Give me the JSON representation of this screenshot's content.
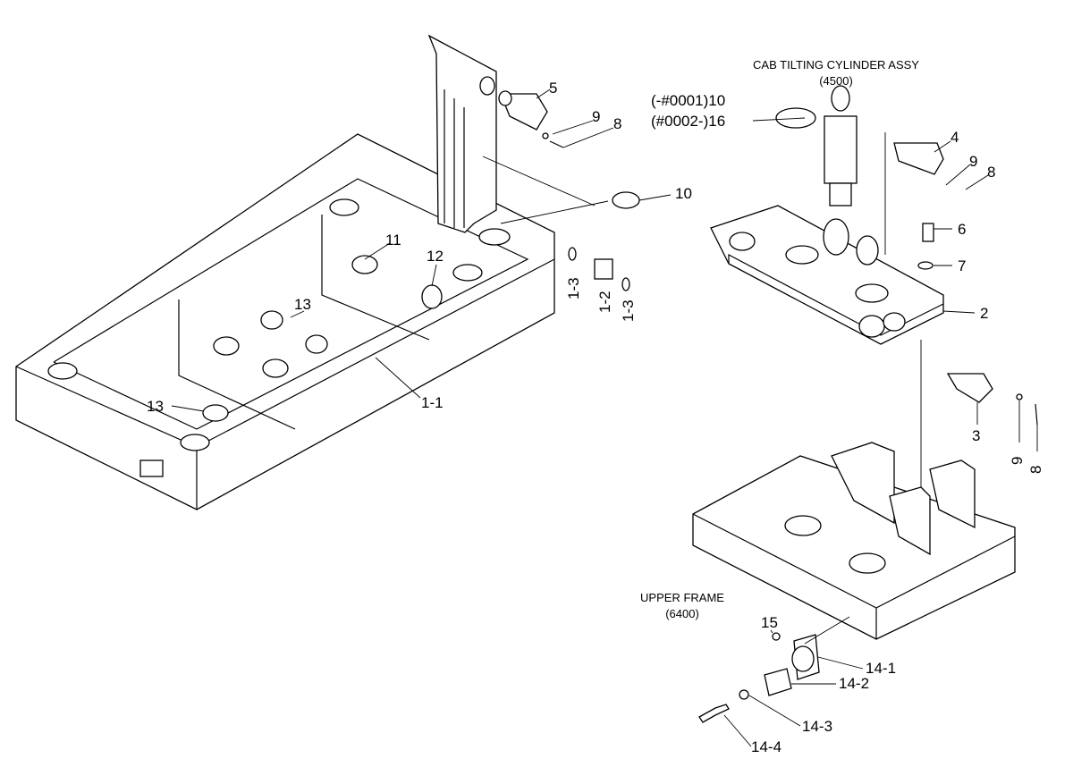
{
  "titles": {
    "cab_tilting": "CAB TILTING CYLINDER ASSY",
    "cab_tilting_code": "(4500)",
    "upper_frame": "UPPER FRAME",
    "upper_frame_code": "(6400)"
  },
  "callouts": {
    "c10a": "(-#0001)10",
    "c16": "(#0002-)16",
    "c5": "5",
    "c9a": "9",
    "c8a": "8",
    "c10": "10",
    "c11": "11",
    "c12": "12",
    "c13a": "13",
    "c13b": "13",
    "c1_3a": "1-3",
    "c1_2": "1-2",
    "c1_3b": "1-3",
    "c1_1": "1-1",
    "c4": "4",
    "c9b": "9",
    "c8b": "8",
    "c6": "6",
    "c7": "7",
    "c2": "2",
    "c3": "3",
    "c9c": "9",
    "c8c": "8",
    "c15": "15",
    "c14_1": "14-1",
    "c14_2": "14-2",
    "c14_3": "14-3",
    "c14_4": "14-4"
  }
}
